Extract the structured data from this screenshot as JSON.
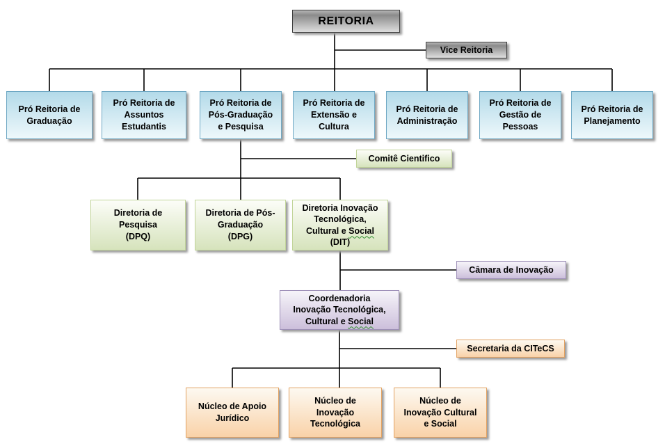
{
  "title": "Organograma REITORIA",
  "nodes": {
    "reitoria": "REITORIA",
    "vice_reitoria": "Vice Reitoria",
    "pro_reitorias": [
      "Pró Reitoria de\nGraduação",
      "Pró Reitoria de\nAssuntos\nEstudantis",
      "Pró Reitoria de\nPós-Graduação\ne Pesquisa",
      "Pró Reitoria de\nExtensão e\nCultura",
      "Pró Reitoria de\nAdministração",
      "Pró Reitoria de\nGestão de\nPessoas",
      "Pró Reitoria de\nPlanejamento"
    ],
    "comite_cientifico": "Comitê Cientifico",
    "diretorias": [
      "Diretoria de\nPesquisa\n(DPQ)",
      "Diretoria de Pós-\nGraduação\n(DPG)"
    ],
    "dit": {
      "line1": "Diretoria Inovação",
      "line2": "Tecnológica,",
      "line3_prefix": "Cultural e",
      "line3_word": "Social",
      "line4": "(DIT)"
    },
    "camara_inovacao": "Câmara de Inovação",
    "coordenadoria": {
      "line1": "Coordenadoria",
      "line2": "Inovação Tecnológica,",
      "line3_prefix": "Cultural e",
      "line3_word": "Social"
    },
    "secretaria": "Secretaria da CITeCS",
    "nucleos": [
      "Núcleo de Apoio\nJurídico",
      "Núcleo de\nInovação\nTecnológica",
      "Núcleo de\nInovação Cultural\ne Social"
    ]
  },
  "colors": {
    "gray_border": "#3f3f3f",
    "blue_border": "#6fa8c4",
    "blue_top": "#b3dae9",
    "blue_bottom": "#eef8fb",
    "green_border": "#c2d59a",
    "green_top": "#fcfdf8",
    "green_bottom": "#d6e3bc",
    "purple_border": "#9e90b8",
    "purple_top": "#f6f4f9",
    "purple_bottom": "#ccbfdb",
    "orange_border": "#e2a262",
    "orange_top": "#fdf9f1",
    "orange_bottom": "#f9d2a8",
    "line": "#000000",
    "squiggle": "#2f8f2f"
  }
}
